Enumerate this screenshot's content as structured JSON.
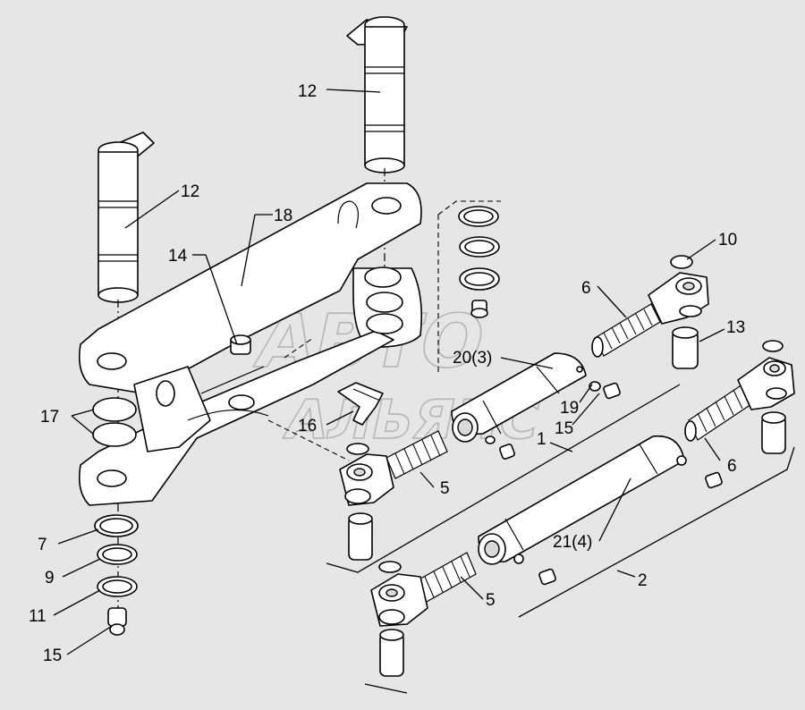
{
  "watermark": {
    "line1": "АВТО",
    "line2": "АЛЬЯНС"
  },
  "callouts": {
    "c12a": "12",
    "c12b": "12",
    "c18": "18",
    "c14": "14",
    "c10": "10",
    "c6a": "6",
    "c13": "13",
    "c20": "20(3)",
    "c17": "17",
    "c19": "19",
    "c15a": "15",
    "c16": "16",
    "c1": "1",
    "c6b": "6",
    "c5a": "5",
    "c7": "7",
    "c21": "21(4)",
    "c9": "9",
    "c2": "2",
    "c5b": "5",
    "c11": "11",
    "c15b": "15"
  }
}
